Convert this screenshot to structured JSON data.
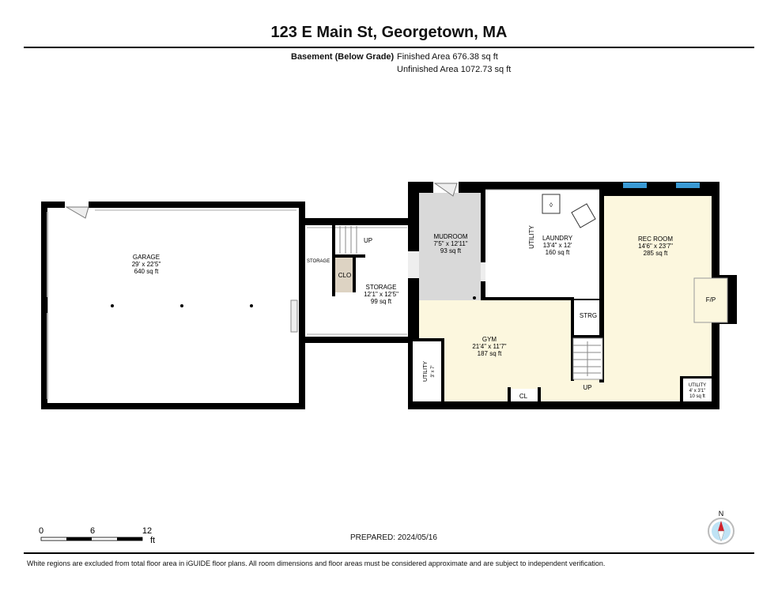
{
  "header": {
    "title": "123 E Main St, Georgetown, MA",
    "level": "Basement (Below Grade)",
    "finished_area": "Finished Area 676.38 sq ft",
    "unfinished_area": "Unfinished Area 1072.73 sq ft"
  },
  "rooms": {
    "garage": {
      "name": "GARAGE",
      "dims": "29' x 22'5\"",
      "area": "640 sq ft"
    },
    "storage_small": {
      "name": "STORAGE"
    },
    "storage": {
      "name": "STORAGE",
      "dims": "12'1\" x 12'5\"",
      "area": "99 sq ft"
    },
    "closet": {
      "name": "CLO"
    },
    "stairs_up_left": {
      "name": "UP"
    },
    "mudroom": {
      "name": "MUDROOM",
      "dims": "7'5\" x 12'11\"",
      "area": "93 sq ft"
    },
    "laundry": {
      "name": "LAUNDRY",
      "dims": "13'4\" x 12'",
      "area": "160 sq ft"
    },
    "utility_laundry": {
      "name": "UTILITY"
    },
    "rec_room": {
      "name": "REC ROOM",
      "dims": "14'6\" x 23'7\"",
      "area": "285 sq ft"
    },
    "fireplace": {
      "name": "F/P"
    },
    "strg": {
      "name": "STRG"
    },
    "gym": {
      "name": "GYM",
      "dims": "21'4\" x 11'7\"",
      "area": "187 sq ft"
    },
    "utility_left": {
      "name": "UTILITY",
      "dims": "3' x 7'"
    },
    "closet_gym": {
      "name": "CL"
    },
    "stairs_up_right": {
      "name": "UP"
    },
    "utility_right": {
      "name": "UTILITY",
      "dims": "4' x 3'1\"",
      "area": "10 sq ft"
    }
  },
  "scale": {
    "ticks": [
      "0",
      "6",
      "12"
    ],
    "unit": "ft"
  },
  "prepared": "PREPARED: 2024/05/16",
  "compass": {
    "label": "N"
  },
  "disclaimer": "White regions are excluded from total floor area in iGUIDE floor plans. All room dimensions and floor areas must be considered approximate and are subject to independent verification.",
  "colors": {
    "wall": "#000000",
    "finished": "#fcf7de",
    "mudroom": "#d9d9d9",
    "closet": "#ddd3c3",
    "window": "#3a9ad4"
  }
}
